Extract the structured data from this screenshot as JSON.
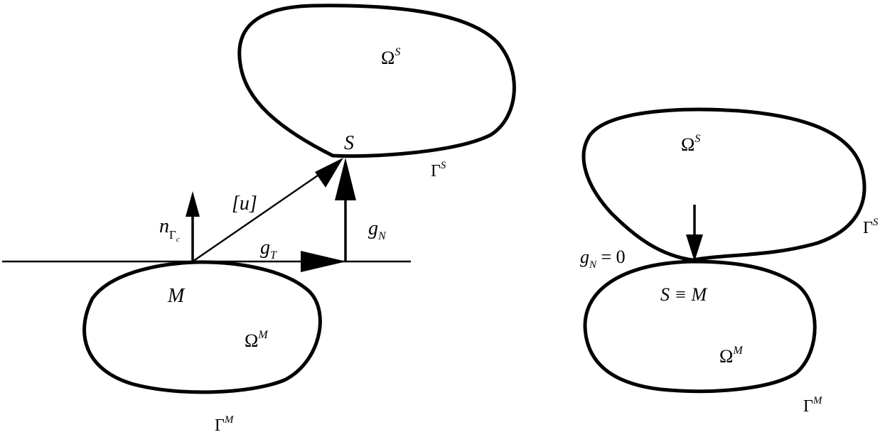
{
  "left": {
    "omega_s": {
      "base": "Ω",
      "sup": "S"
    },
    "omega_m": {
      "base": "Ω",
      "sup": "M"
    },
    "gamma_s": {
      "base": "Γ",
      "sup": "S"
    },
    "gamma_m": {
      "base": "Γ",
      "sup": "M"
    },
    "point_s": "S",
    "point_m": "M",
    "jump_u": "[u]",
    "g_t": {
      "base": "g",
      "sub": "T"
    },
    "g_n": {
      "base": "g",
      "sub": "N"
    },
    "normal": {
      "base": "n",
      "sub": "Γ",
      "subsub": "c"
    }
  },
  "right": {
    "omega_s": {
      "base": "Ω",
      "sup": "S"
    },
    "omega_m": {
      "base": "Ω",
      "sup": "M"
    },
    "gamma_s": {
      "base": "Γ",
      "sup": "S"
    },
    "gamma_m": {
      "base": "Γ",
      "sup": "M"
    },
    "coincide": "S ≡ M",
    "gap_zero": {
      "base": "g",
      "sub": "N",
      "rest": " = 0"
    }
  }
}
